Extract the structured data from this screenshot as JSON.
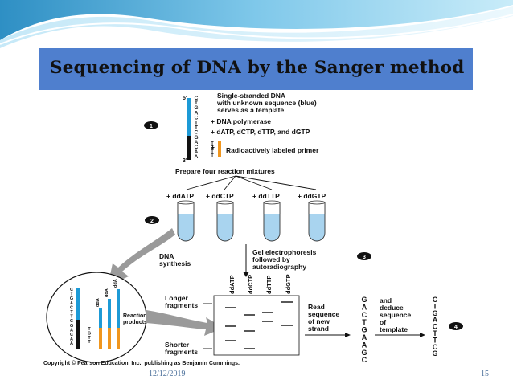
{
  "slide": {
    "title": "Sequencing of DNA by the Sanger method",
    "date": "12/12/2019",
    "page_number": "15"
  },
  "diagram": {
    "template_strand_letters": "CTGACTTCGACAA",
    "five_prime": "5'",
    "three_prime": "3'",
    "primer_letters": "TGTT",
    "step1_text": [
      "Single-stranded DNA",
      "with unknown sequence (blue)",
      "serves as a template"
    ],
    "step1_items": [
      "+ DNA polymerase",
      "+ dATP, dCTP, dTTP, and dGTP",
      "+"
    ],
    "primer_label": "Radioactively labeled primer",
    "prepare_label": "Prepare four reaction mixtures",
    "tube_labels": [
      "+ ddATP",
      "+ ddCTP",
      "+ ddTTP",
      "+ ddGTP"
    ],
    "step_numbers": [
      "1",
      "2",
      "3",
      "4"
    ],
    "dna_synthesis": [
      "DNA",
      "synthesis"
    ],
    "gel_label": [
      "Gel electrophoresis",
      "followed by",
      "autoradiography"
    ],
    "lane_labels": [
      "ddATP",
      "ddCTP",
      "ddTTP",
      "ddGTP"
    ],
    "longer_fragments": [
      "Longer",
      "fragments"
    ],
    "shorter_fragments": [
      "Shorter",
      "fragments"
    ],
    "circle_template": "CTGACTTCGACAA",
    "circle_primer": "TGTT",
    "circle_dda": [
      "ddA",
      "ddA",
      "ddA"
    ],
    "reaction_products": [
      "Reaction",
      "products"
    ],
    "read_label": [
      "Read",
      "sequence",
      "of new",
      "strand"
    ],
    "new_strand": "GACTGAAGC",
    "deduce_label": [
      "and",
      "deduce",
      "sequence",
      "of",
      "template"
    ],
    "template_sequence": "CTGACTTCG",
    "copyright": "Copyright © Pearson Education, Inc., publishing as Benjamin Cummings.",
    "colors": {
      "template_blue": "#1d9ad6",
      "primer_orange": "#f0961e",
      "banner_blue": "#4f7fce",
      "tube_liquid": "#a9d4ef",
      "arrow_gray": "#9a9a9a"
    }
  }
}
